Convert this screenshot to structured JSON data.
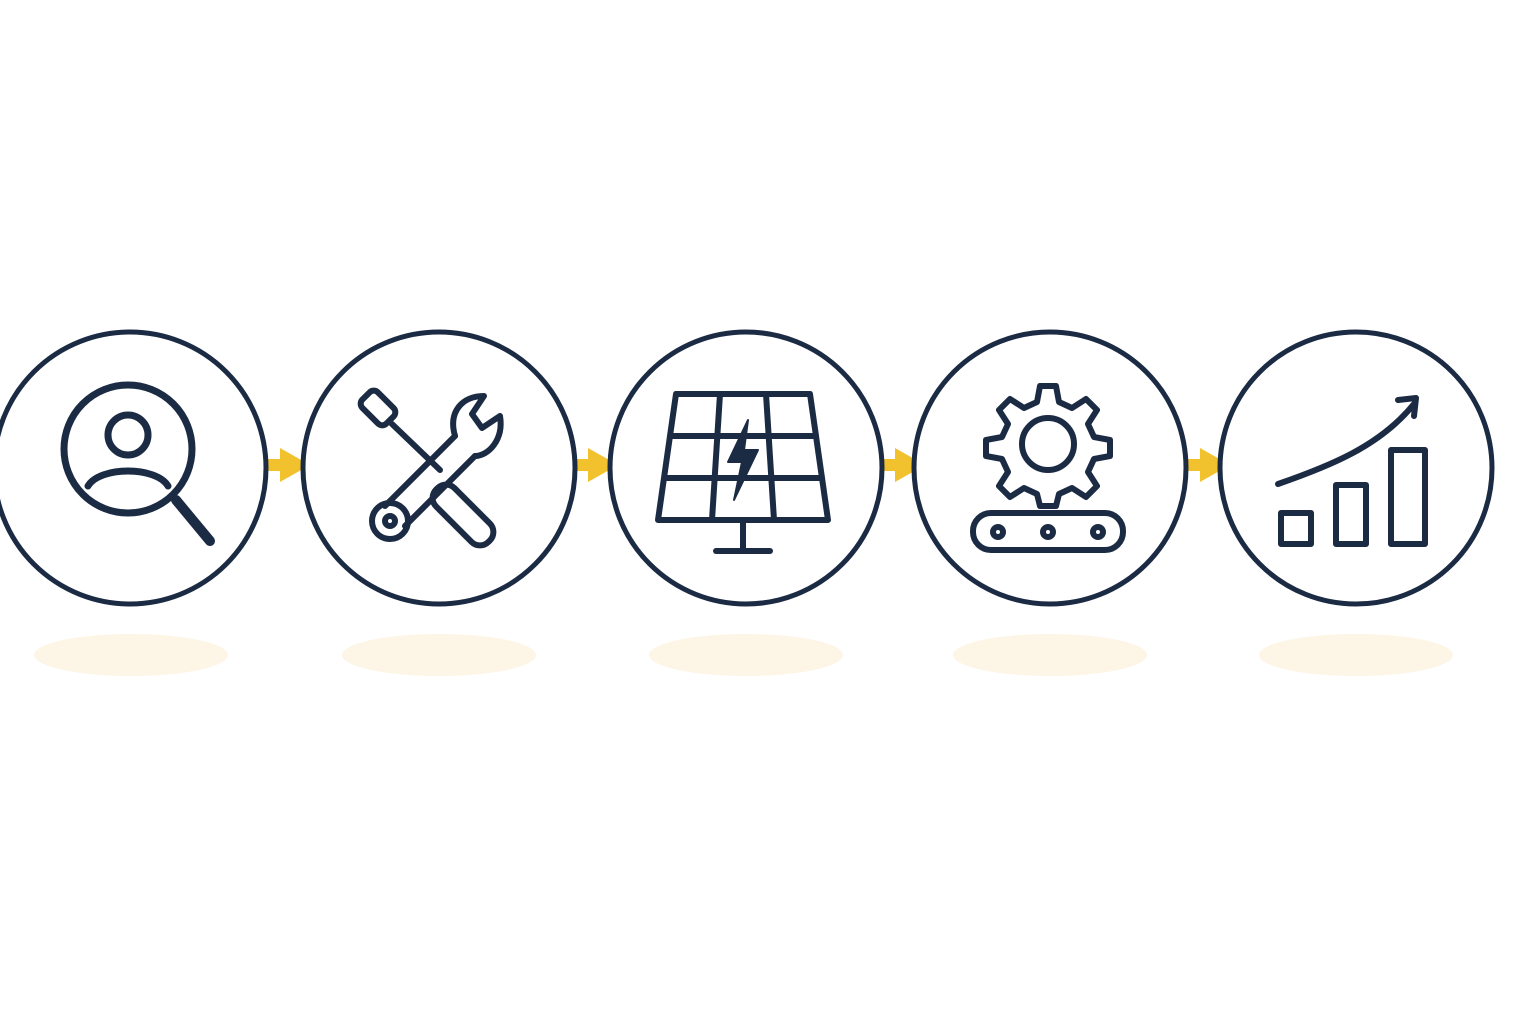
{
  "diagram": {
    "type": "process-flow",
    "colors": {
      "stroke": "#1c2b44",
      "arrow": "#f2c12e",
      "shadow": "#fdf5e6",
      "background": "#ffffff"
    },
    "steps": [
      {
        "icon": "person-search-icon"
      },
      {
        "icon": "wrench-screwdriver-icon"
      },
      {
        "icon": "solar-panel-icon"
      },
      {
        "icon": "gear-conveyor-icon"
      },
      {
        "icon": "growth-chart-icon"
      }
    ],
    "connectors": [
      {
        "from": 1,
        "to": 2,
        "icon": "arrow-right-icon"
      },
      {
        "from": 2,
        "to": 3,
        "icon": "arrow-right-icon"
      },
      {
        "from": 3,
        "to": 4,
        "icon": "arrow-right-icon"
      },
      {
        "from": 4,
        "to": 5,
        "icon": "arrow-right-icon"
      }
    ]
  }
}
